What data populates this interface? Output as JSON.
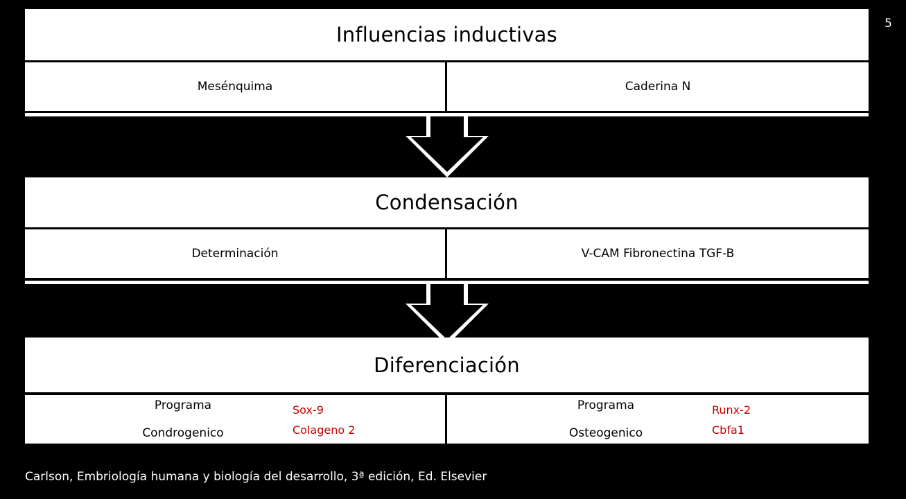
{
  "page_number": "5",
  "blocks": {
    "influencias": {
      "title": "Influencias inductivas",
      "left": "Mesénquima",
      "right": "Caderina N"
    },
    "condensacion": {
      "title": "Condensación",
      "left": "Determinación",
      "right": "V-CAM Fibronectina TGF-B"
    },
    "diferenciacion": {
      "title": "Diferenciación",
      "left": {
        "line1": "Programa",
        "line2": "Condrogenico",
        "markers": [
          "Sox-9",
          "Colageno 2"
        ]
      },
      "right": {
        "line1": "Programa",
        "line2": "Osteogenico",
        "markers": [
          "Runx-2",
          "Cbfa1"
        ]
      }
    }
  },
  "citation": "Carlson, Embriología humana y biología del desarrollo, 3ª edición, Ed. Elsevier",
  "colors": {
    "background": "#000000",
    "box": "#ffffff",
    "marker_text": "#c00000"
  }
}
